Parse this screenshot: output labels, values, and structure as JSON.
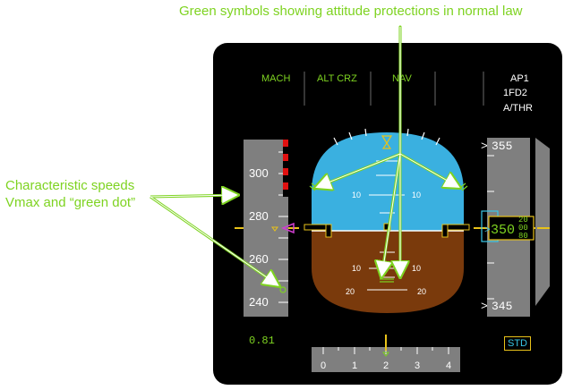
{
  "captions": {
    "top": "Green symbols showing attitude protections in normal law",
    "left_line1": "Characteristic speeds",
    "left_line2": "Vmax and “green dot”"
  },
  "fma": {
    "col1": "MACH",
    "col2": "ALT CRZ",
    "col3": "NAV",
    "ap": "AP1",
    "fd": "1FD2",
    "athr": "A/THR"
  },
  "speed_tape": {
    "labels": [
      "300",
      "280",
      "260",
      "240"
    ],
    "mach": "0.81"
  },
  "attitude": {
    "pitch_labels_left": [
      "10",
      "10"
    ],
    "pitch_labels_right": [
      "10",
      "10"
    ],
    "partial_label_left": "20",
    "partial_label_right": "20"
  },
  "altitude_tape": {
    "top": "355",
    "current": "350",
    "current_sub": [
      "20",
      "00",
      "80"
    ],
    "bottom": "345",
    "baro": "STD"
  },
  "heading_scale": {
    "labels": [
      "0",
      "1",
      "2",
      "3",
      "4"
    ]
  },
  "colors": {
    "annotation_green": "#7ed321",
    "sky": "#3ab0e0",
    "ground": "#7a3a0c",
    "tape": "#7f7f7f",
    "amber": "#e8c21a",
    "cyan": "#3ac8e8",
    "magenta": "#d23fd2"
  }
}
